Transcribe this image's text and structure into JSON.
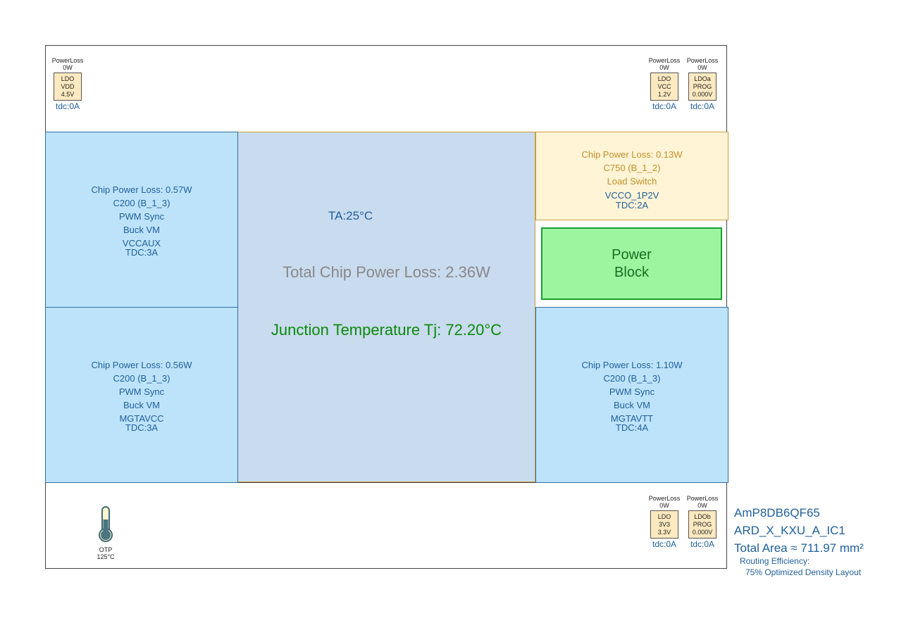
{
  "ambient": "TA:25°C",
  "total_loss": "Total Chip Power Loss: 2.36W",
  "junction": "Junction Temperature Tj: 72.20°C",
  "power_block": [
    "Power",
    "Block"
  ],
  "blocks": {
    "vccaux": [
      "Chip Power Loss: 0.57W",
      "C200 (B_1_3)",
      "PWM Sync",
      "Buck VM",
      "VCCAUX",
      "TDC:3A"
    ],
    "mgtavcc": [
      "Chip Power Loss: 0.56W",
      "C200 (B_1_3)",
      "PWM Sync",
      "Buck VM",
      "MGTAVCC",
      "TDC:3A"
    ],
    "vcco": [
      "Chip Power Loss: 0.13W",
      "C750 (B_1_2)",
      "Load Switch",
      "VCCO_1P2V",
      "TDC:2A"
    ],
    "mgtavtt": [
      "Chip Power Loss: 1.10W",
      "C200 (B_1_3)",
      "PWM Sync",
      "Buck VM",
      "MGTAVTT",
      "TDC:4A"
    ]
  },
  "ldos": [
    {
      "pl": "PowerLoss",
      "w": "0W",
      "l1": "LDO",
      "l2": "VDD",
      "l3": "4.5V",
      "tdc": "tdc:0A"
    },
    {
      "pl": "PowerLoss",
      "w": "0W",
      "l1": "LDO",
      "l2": "VCC",
      "l3": "1.2V",
      "tdc": "tdc:0A"
    },
    {
      "pl": "PowerLoss",
      "w": "0W",
      "l1": "LDOa",
      "l2": "PROG",
      "l3": "0.000V",
      "tdc": "tdc:0A"
    },
    {
      "pl": "PowerLoss",
      "w": "0W",
      "l1": "LDO",
      "l2": "3V3",
      "l3": "3.3V",
      "tdc": "tdc:0A"
    },
    {
      "pl": "PowerLoss",
      "w": "0W",
      "l1": "LDOb",
      "l2": "PROG",
      "l3": "0.000V",
      "tdc": "tdc:0A"
    }
  ],
  "otp": {
    "label": "OTP",
    "temp": "125°C"
  },
  "info": {
    "part": "AmP8DB6QF65",
    "design": "ARD_X_KXU_A_IC1",
    "area": "Total Area ≈ 711.97 mm²",
    "routing": "Routing Efficiency:",
    "routing_value": "75% Optimized Density Layout"
  }
}
